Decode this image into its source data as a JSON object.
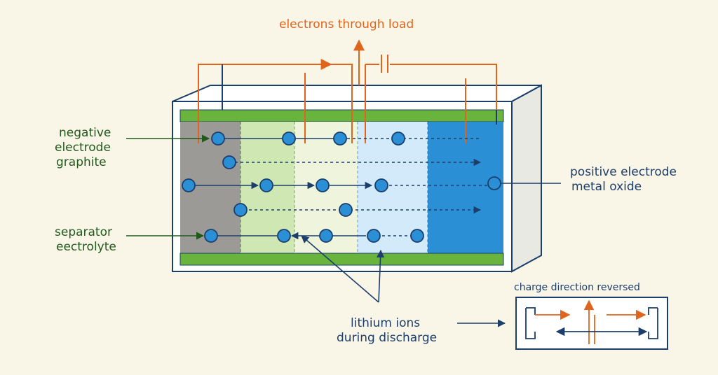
{
  "labels": {
    "electrons": "electrons through load",
    "negative_electrode": [
      "negative",
      "electrode",
      "graphite"
    ],
    "separator": [
      "separator",
      "eectrolyte"
    ],
    "positive_electrode": [
      "positive electrode",
      "metal oxide"
    ],
    "lithium_ions": [
      "lithium ions",
      "during discharge"
    ],
    "charge_reversed": "charge direction reversed"
  },
  "colors": {
    "background": "#f9f6e8",
    "outline": "#1c3e6b",
    "electron_wire": "#e0641c",
    "ion": "#2b8fd6",
    "current_collector": "#68b43c",
    "graphite": "#9b9a97",
    "positive_oxide": "#2b8fd6",
    "label_green": "#1f5a1b"
  }
}
